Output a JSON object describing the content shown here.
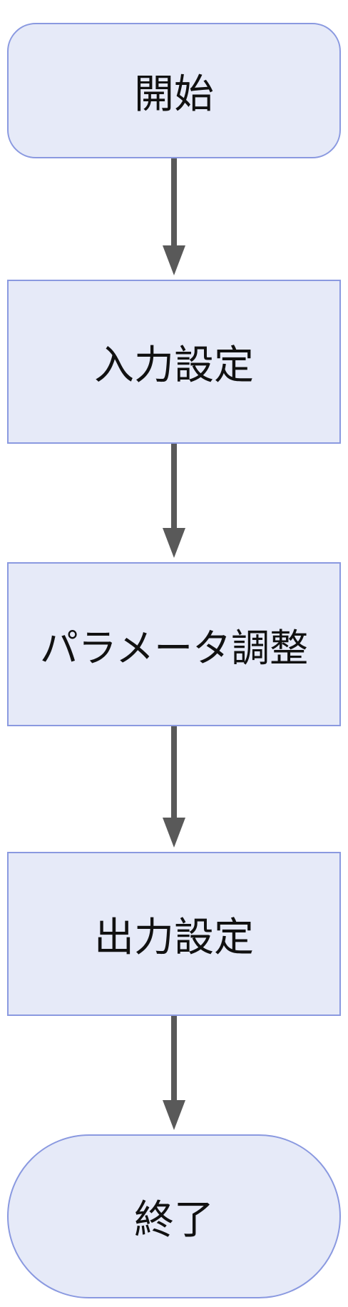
{
  "nodes": {
    "start": {
      "label": "開始",
      "shape": "rounded-rectangle"
    },
    "input": {
      "label": "入力設定",
      "shape": "rectangle"
    },
    "param": {
      "label": "パラメータ調整",
      "shape": "rectangle"
    },
    "output": {
      "label": "出力設定",
      "shape": "rectangle"
    },
    "end": {
      "label": "終了",
      "shape": "stadium"
    }
  },
  "edges": [
    {
      "from": "開始",
      "to": "入力設定"
    },
    {
      "from": "入力設定",
      "to": "パラメータ調整"
    },
    {
      "from": "パラメータ調整",
      "to": "出力設定"
    },
    {
      "from": "出力設定",
      "to": "終了"
    }
  ],
  "colors": {
    "node_fill": "#e6eaf8",
    "node_border": "#8a99e0",
    "arrow": "#595959",
    "text": "#111111"
  }
}
